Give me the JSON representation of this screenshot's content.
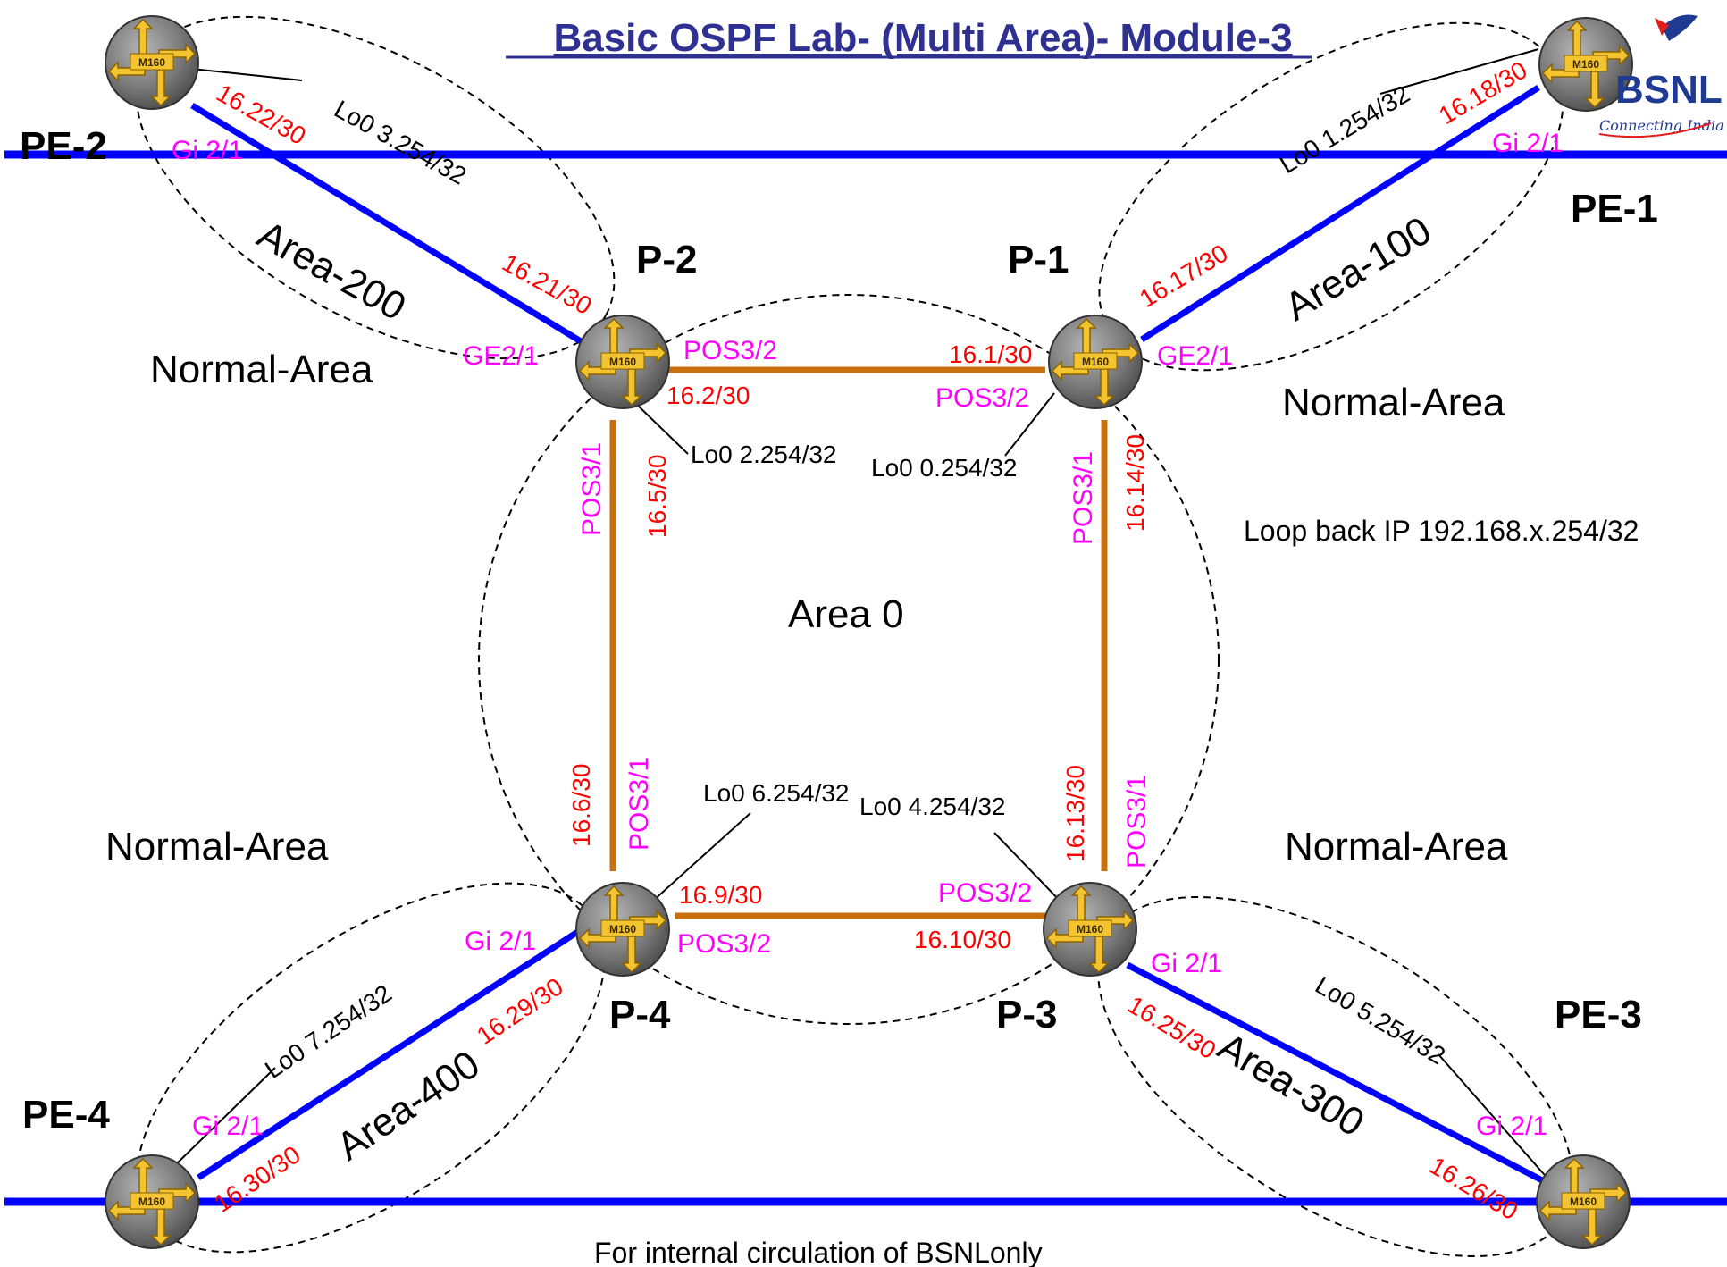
{
  "title": "Basic OSPF Lab- (Multi Area)- Module-3",
  "logo": {
    "text": "BSNL",
    "tagline": "Connecting India",
    "brand_color": "#1f3a93",
    "accent": "#e31d1a"
  },
  "colors": {
    "ospf_link": "#c8700f",
    "ethernet_link": "#0000ff",
    "area_outline": "#000000"
  },
  "routers": {
    "pe1": {
      "name": "PE-1",
      "model": "M160"
    },
    "pe2": {
      "name": "PE-2",
      "model": "M160"
    },
    "pe3": {
      "name": "PE-3",
      "model": "M160"
    },
    "pe4": {
      "name": "PE-4",
      "model": "M160"
    },
    "p1": {
      "name": "P-1",
      "model": "M160"
    },
    "p2": {
      "name": "P-2",
      "model": "M160"
    },
    "p3": {
      "name": "P-3",
      "model": "M160"
    },
    "p4": {
      "name": "P-4",
      "model": "M160"
    }
  },
  "areas": {
    "area0": "Area 0",
    "area100": "Area-100",
    "area200": "Area-200",
    "area300": "Area-300",
    "area400": "Area-400",
    "normal": "Normal-Area"
  },
  "ip_labels": {
    "pe2_gi": "16.22/30",
    "p2_ge": "16.21/30",
    "pe1_gi": "16.18/30",
    "p1_ge": "16.17/30",
    "p1_pos32": "16.1/30",
    "p2_pos32": "16.2/30",
    "p2_pos31": "16.5/30",
    "p4_pos31": "16.6/30",
    "p1_pos31": "16.14/30",
    "p3_pos31": "16.13/30",
    "p4_pos32": "16.9/30",
    "p3_pos32": "16.10/30",
    "p3_gi": "16.25/30",
    "pe3_gi": "16.26/30",
    "p4_gi": "16.29/30",
    "pe4_gi": "16.30/30"
  },
  "interfaces": {
    "gi21": "Gi 2/1",
    "ge21": "GE2/1",
    "pos32": "POS3/2",
    "pos31": "POS3/1"
  },
  "loopbacks": {
    "pe2": "Lo0 3.254/32",
    "pe1": "Lo0 1.254/32",
    "p2": "Lo0 2.254/32",
    "p1": "Lo0 0.254/32",
    "p4": "Lo0 6.254/32",
    "p3": "Lo0 4.254/32",
    "pe4": "Lo0 7.254/32",
    "pe3": "Lo0 5.254/32"
  },
  "note_loopback": "Loop back IP 192.168.x.254/32",
  "footer": "For  internal circulation of BSNLonly"
}
